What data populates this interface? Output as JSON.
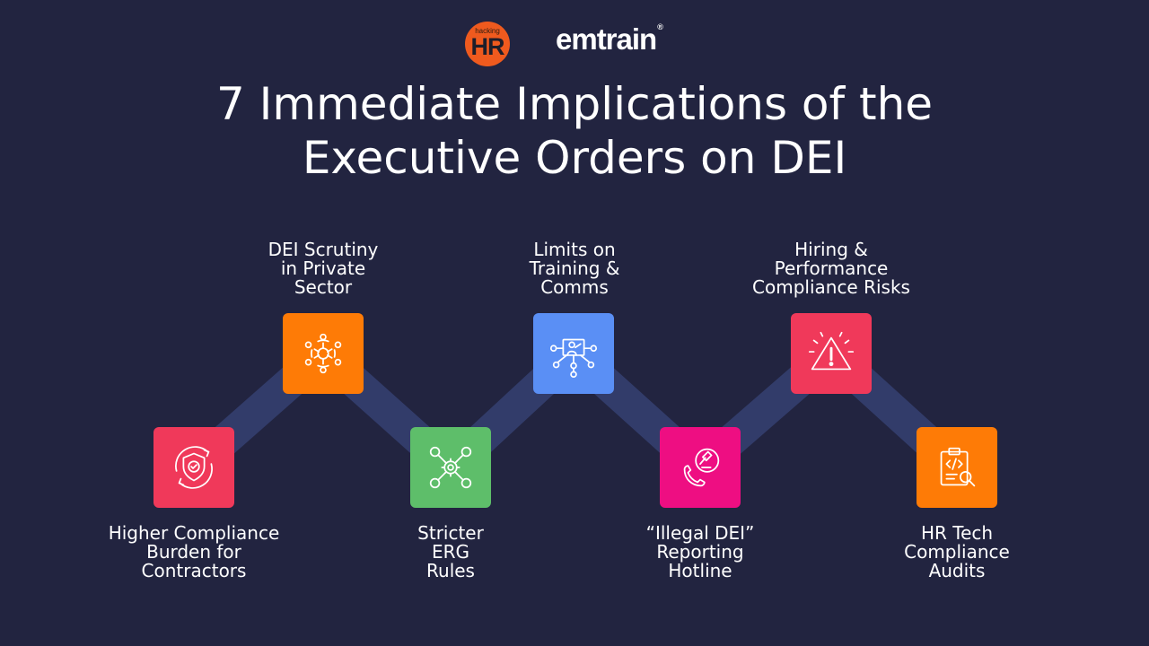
{
  "logos": {
    "hacking_hr": {
      "small": "hacking",
      "big": "HR"
    },
    "emtrain": {
      "text": "emtrain",
      "mark": "®"
    }
  },
  "title": {
    "line1": "7 Immediate Implications of the",
    "line2": "Executive Orders on DEI"
  },
  "colors": {
    "background": "#222440",
    "path": "#323c6a",
    "red": "#f0395a",
    "orange": "#fe7b06",
    "green": "#5ebe6a",
    "blue": "#5a8ff5",
    "magenta": "#ee0e82"
  },
  "items": [
    {
      "id": "contractors",
      "icon": "shield-check-icon",
      "color": "#f0395a",
      "lines": [
        "Higher Compliance",
        "Burden for",
        "Contractors"
      ]
    },
    {
      "id": "private-sector",
      "icon": "team-circle-icon",
      "color": "#fe7b06",
      "lines": [
        "DEI Scrutiny",
        "in Private",
        "Sector"
      ]
    },
    {
      "id": "erg",
      "icon": "network-gear-icon",
      "color": "#5ebe6a",
      "lines": [
        "Stricter",
        "ERG",
        "Rules"
      ]
    },
    {
      "id": "training",
      "icon": "presenter-network-icon",
      "color": "#5a8ff5",
      "lines": [
        "Limits on",
        "Training &",
        "Comms"
      ]
    },
    {
      "id": "hotline",
      "icon": "phone-gavel-icon",
      "color": "#ee0e82",
      "lines": [
        "“Illegal DEI”",
        "Reporting",
        "Hotline"
      ]
    },
    {
      "id": "hiring",
      "icon": "warning-triangle-icon",
      "color": "#f0395a",
      "lines": [
        "Hiring &",
        "Performance",
        "Compliance Risks"
      ]
    },
    {
      "id": "audits",
      "icon": "clipboard-code-icon",
      "color": "#fe7b06",
      "lines": [
        "HR Tech",
        "Compliance",
        "Audits"
      ]
    }
  ]
}
